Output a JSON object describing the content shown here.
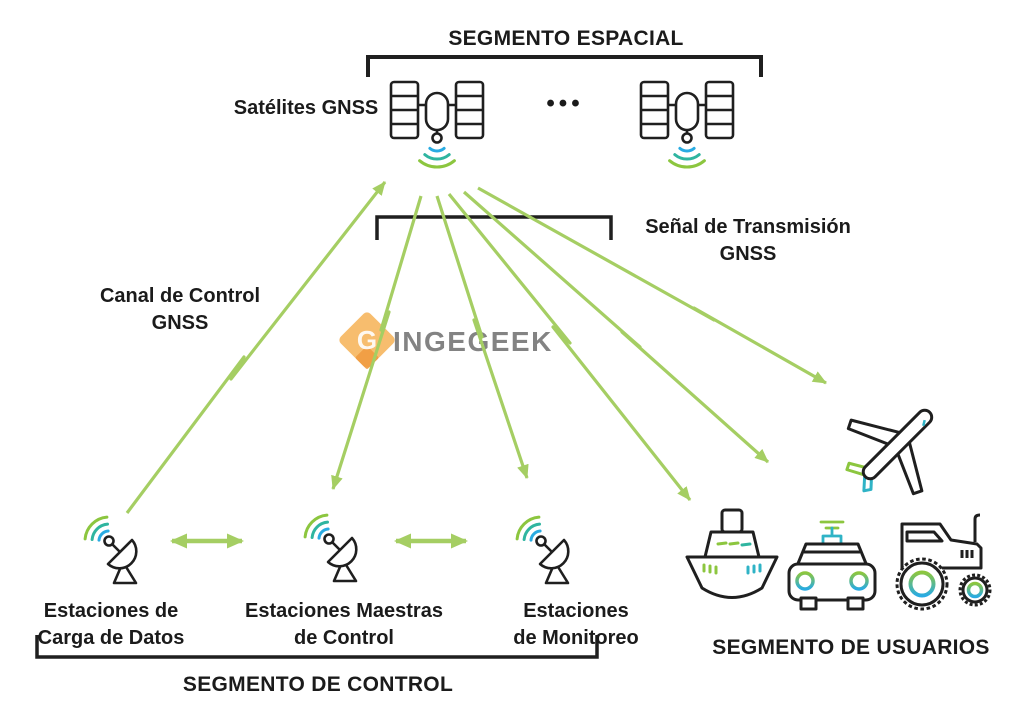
{
  "diagram": {
    "space_segment": {
      "title": "SEGMENTO ESPACIAL",
      "satellites_label": "Satélites GNSS",
      "ellipsis": "•••"
    },
    "links": {
      "transmission": {
        "line1": "Señal de Transmisión",
        "line2": "GNSS"
      },
      "control_channel": {
        "line1": "Canal de Control",
        "line2": "GNSS"
      }
    },
    "control_segment": {
      "title": "SEGMENTO DE CONTROL",
      "stations": [
        {
          "line1": "Estaciones de",
          "line2": "Carga de Datos"
        },
        {
          "line1": "Estaciones Maestras",
          "line2": "de Control"
        },
        {
          "line1": "Estaciones",
          "line2": "de Monitoreo"
        }
      ]
    },
    "user_segment": {
      "title": "SEGMENTO DE USUARIOS",
      "user_icons": [
        "airplane-icon",
        "ship-icon",
        "car-icon",
        "tractor-icon"
      ]
    },
    "watermark": {
      "brand": "INGEGEEK"
    },
    "colors": {
      "arrow_green": "#A5CE63",
      "wave_blue": "#29ABE2",
      "wave_teal": "#2FB5A0",
      "wave_green": "#8CC63F",
      "line_black": "#1F1F1F",
      "logo_orange": "#F5AE4E",
      "logo_text_gray": "#7A7A7A"
    }
  }
}
